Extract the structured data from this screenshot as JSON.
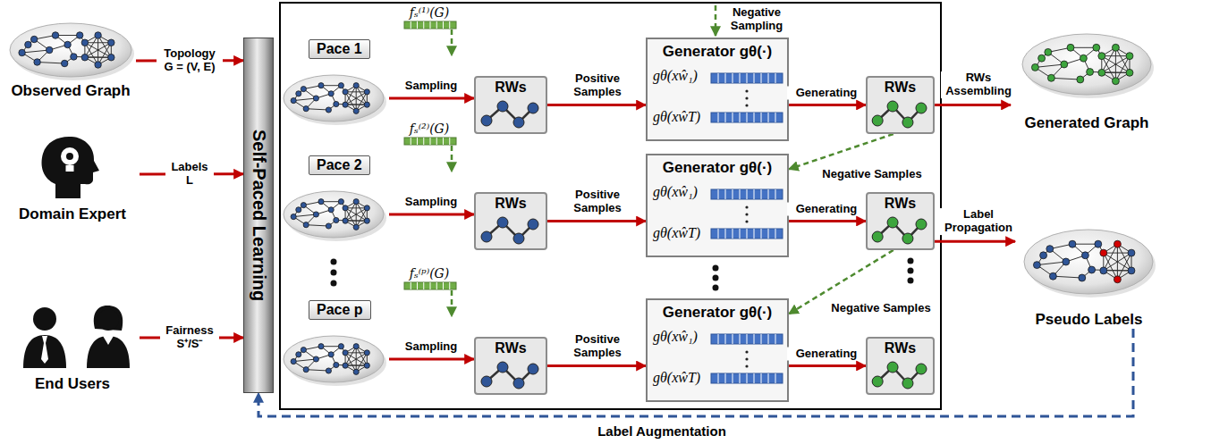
{
  "diagram": {
    "nodes": [
      {
        "text": [
          "Observed Graph"
        ]
      },
      {
        "text": [
          "Domain Expert"
        ]
      },
      {
        "text": [
          "End Users"
        ]
      },
      {
        "text": [
          "Self-Paced Learning"
        ]
      },
      {
        "text": [
          "Pace 1"
        ]
      },
      {
        "text": [
          "RWs"
        ]
      },
      {
        "text": [
          "Generator gθ(·)",
          "gθ(xŵ₁)",
          "gθ(xŵT)"
        ]
      },
      {
        "text": [
          "RWs"
        ]
      },
      {
        "text": [
          "Pace 2"
        ]
      },
      {
        "text": [
          "RWs"
        ]
      },
      {
        "text": [
          "Generator gθ(·)",
          "gθ(xŵ₁)",
          "gθ(xŵT)"
        ]
      },
      {
        "text": [
          "RWs"
        ]
      },
      {
        "text": [
          "Pace p"
        ]
      },
      {
        "text": [
          "RWs"
        ]
      },
      {
        "text": [
          "Generator gθ(·)",
          "gθ(xŵ₁)",
          "gθ(xŵT)"
        ]
      },
      {
        "text": [
          "RWs"
        ]
      },
      {
        "text": [
          "Generated Graph"
        ]
      },
      {
        "text": [
          "Pseudo Labels"
        ]
      }
    ],
    "edges": [
      {
        "from": 0,
        "to": 3,
        "label": "Topology G = (V, E)",
        "arrow": "to"
      },
      {
        "from": 1,
        "to": 3,
        "label": "Labels L",
        "arrow": "to"
      },
      {
        "from": 2,
        "to": 3,
        "label": "Fairness S⁺/S⁻",
        "arrow": "to"
      },
      {
        "from": 4,
        "to": 5,
        "label": "Sampling",
        "arrow": "to"
      },
      {
        "from": 5,
        "to": 6,
        "label": "Positive Samples",
        "arrow": "to"
      },
      {
        "from": 6,
        "to": 7,
        "label": "Generating",
        "arrow": "to"
      },
      {
        "from": 8,
        "to": 9,
        "label": "Sampling",
        "arrow": "to"
      },
      {
        "from": 9,
        "to": 10,
        "label": "Positive Samples",
        "arrow": "to"
      },
      {
        "from": 10,
        "to": 11,
        "label": "Generating",
        "arrow": "to"
      },
      {
        "from": 12,
        "to": 13,
        "label": "Sampling",
        "arrow": "to"
      },
      {
        "from": 13,
        "to": 14,
        "label": "Positive Samples",
        "arrow": "to"
      },
      {
        "from": 14,
        "to": 15,
        "label": "Generating",
        "arrow": "to"
      },
      {
        "from": 7,
        "to": 10,
        "label": "Negative Samples",
        "arrow": "to"
      },
      {
        "from": 11,
        "to": 14,
        "label": "Negative Samples",
        "arrow": "to"
      },
      {
        "from": 7,
        "to": 16,
        "label": "RWs Assembling",
        "arrow": "to"
      },
      {
        "from": 11,
        "to": 17,
        "label": "Label Propagation",
        "arrow": "to"
      },
      {
        "from": 17,
        "to": 3,
        "label": "Label Augmentation",
        "arrow": "to"
      }
    ],
    "labels": [
      "fₛ⁽¹⁾(G)",
      "Negative Sampling",
      "fₛ⁽²⁾(G)",
      "fₛ⁽ᵖ⁾(G)"
    ]
  }
}
